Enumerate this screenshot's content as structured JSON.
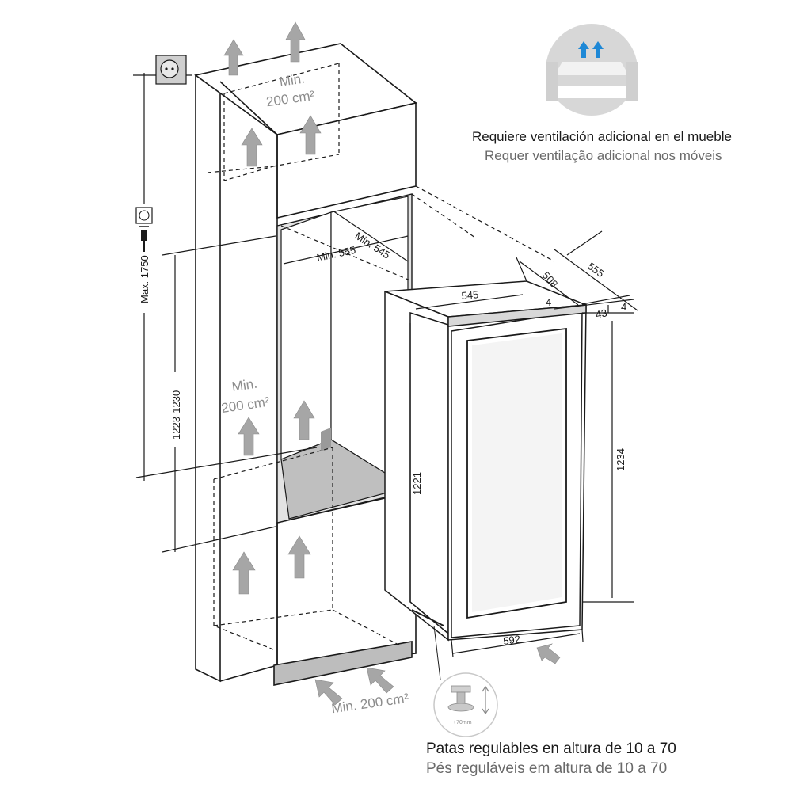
{
  "colors": {
    "line": "#1a1a1a",
    "arrow_gray": "#999999",
    "label_gray": "#8c8c8c",
    "cavity_gray": "#cfcfcf",
    "ventilation_blue": "#1e88d6"
  },
  "icons": [
    "power-socket-icon",
    "plug-icon",
    "airflow-arrow-icon",
    "adjustable-foot-icon"
  ],
  "ventilation_note": {
    "es": "Requiere ventilación adicional en el mueble",
    "pt": "Requer ventilação adicional nos móveis"
  },
  "feet_note": {
    "es": "Patas regulables en altura de 10 a 70",
    "pt": "Pés reguláveis em altura de 10 a 70"
  },
  "vent_labels": {
    "top_min": "Min.",
    "top_area": "200 cm²",
    "middle_min": "Min.",
    "middle_area": "200 cm²",
    "bottom": "Min. 200 cm²"
  },
  "dimensions": {
    "max_height": "Max. 1750",
    "niche_height": "1223-1230",
    "niche_width_min": "Min. 555",
    "niche_depth_min": "Min. 545",
    "appliance_width_top": "545",
    "appliance_depth": "508",
    "appliance_total_depth": "555",
    "door_gap": "4",
    "door_thickness": "43",
    "side_gap": "4",
    "appliance_height": "1221",
    "appliance_total_height": "1234",
    "appliance_front_width": "592"
  },
  "feet_scale_label": "+70mm"
}
